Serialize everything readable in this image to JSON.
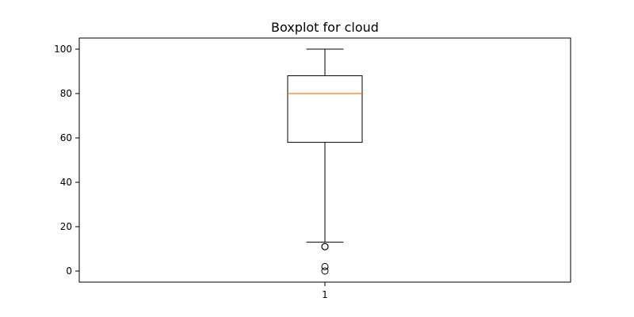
{
  "chart_data": {
    "type": "boxplot",
    "title": "Boxplot for cloud",
    "xlabel": "",
    "ylabel": "",
    "categories": [
      "1"
    ],
    "ylim": [
      -5,
      105
    ],
    "yticks": [
      0,
      20,
      40,
      60,
      80,
      100
    ],
    "grid": false,
    "boxes": [
      {
        "category": "1",
        "whisker_low": 13,
        "q1": 58,
        "median": 80,
        "q3": 88,
        "whisker_high": 100,
        "outliers": [
          11,
          11,
          2,
          0
        ]
      }
    ],
    "colors": {
      "box": "#000000",
      "median": "#ff7f0e",
      "outlier": "#000000"
    }
  }
}
